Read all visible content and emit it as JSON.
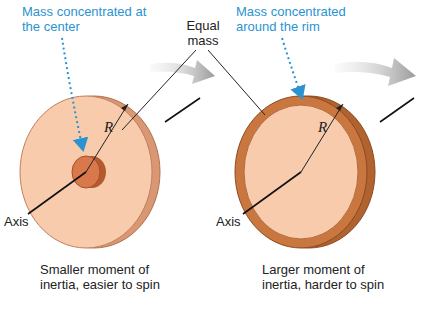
{
  "diagram": {
    "labels": [
      "Mass concentrated at the center",
      "Mass concentrated around the rim",
      "Equal mass",
      "R",
      "R",
      "Axis",
      "Axis",
      "Smaller moment of inertia, easier to spin",
      "Larger moment of inertia, harder to spin"
    ]
  }
}
